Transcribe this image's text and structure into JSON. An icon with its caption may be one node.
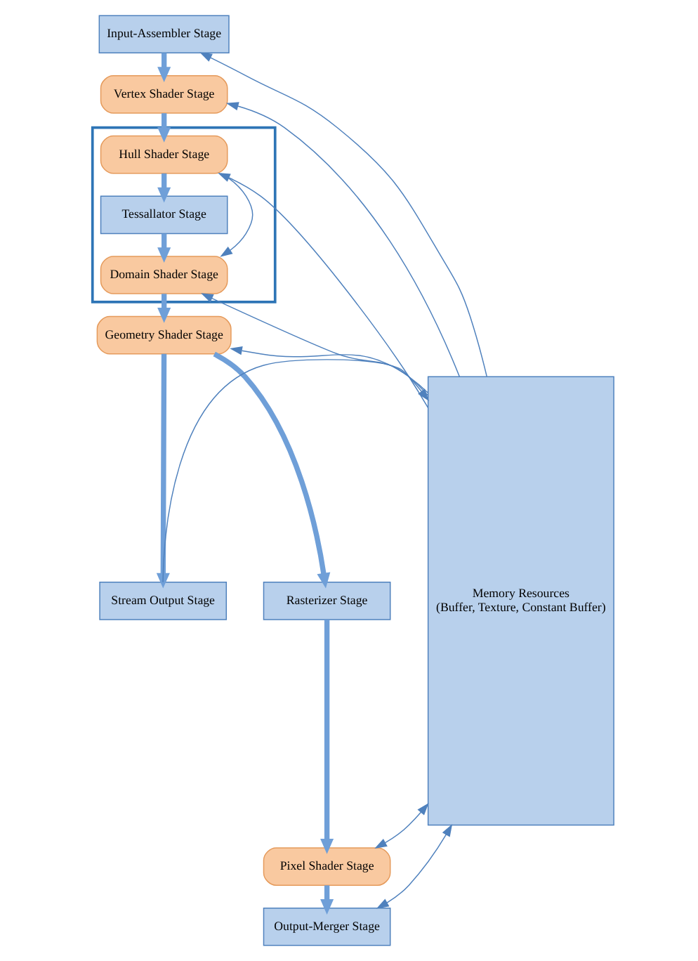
{
  "diagram": {
    "nodes": [
      {
        "text": [
          "Input-Assembler Stage"
        ]
      },
      {
        "text": [
          "Vertex Shader Stage"
        ]
      },
      {
        "text": [],
        "shape": "box"
      },
      {
        "text": [
          "Hull Shader Stage"
        ],
        "in": 2
      },
      {
        "text": [
          "Tessallator Stage"
        ],
        "in": 2
      },
      {
        "text": [
          "Domain Shader Stage"
        ],
        "in": 2
      },
      {
        "text": [
          "Geometry Shader Stage"
        ]
      },
      {
        "text": [
          "Stream Output Stage"
        ]
      },
      {
        "text": [
          "Rasterizer Stage"
        ]
      },
      {
        "text": [
          "Pixel Shader Stage"
        ]
      },
      {
        "text": [
          "Output-Merger Stage"
        ]
      },
      {
        "text": [
          "Memory Resources",
          "(Buffer, Texture, Constant Buffer)"
        ]
      }
    ],
    "edges": [
      {
        "from": 0,
        "to": 1,
        "arrow": "to",
        "style": "thick"
      },
      {
        "from": 1,
        "to": 3,
        "arrow": "to",
        "style": "thick"
      },
      {
        "from": 3,
        "to": 4,
        "arrow": "to",
        "style": "thick"
      },
      {
        "from": 4,
        "to": 5,
        "arrow": "to",
        "style": "thick"
      },
      {
        "from": 3,
        "to": 5,
        "arrow": "to"
      },
      {
        "from": 5,
        "to": 6,
        "arrow": "to",
        "style": "thick"
      },
      {
        "from": 6,
        "to": 8,
        "arrow": "to",
        "style": "thick"
      },
      {
        "from": 6,
        "to": 7,
        "arrow": "to",
        "style": "thick"
      },
      {
        "from": 8,
        "to": 9,
        "arrow": "to",
        "style": "thick"
      },
      {
        "from": 9,
        "to": 10,
        "arrow": "to",
        "style": "thick"
      },
      {
        "from": 11,
        "to": 0,
        "arrow": "to"
      },
      {
        "from": 11,
        "to": 1,
        "arrow": "to"
      },
      {
        "from": 11,
        "to": 3,
        "arrow": "to"
      },
      {
        "from": 11,
        "to": 5,
        "arrow": "to"
      },
      {
        "from": 11,
        "to": 6,
        "arrow": "to"
      },
      {
        "from": 7,
        "to": 11,
        "arrow": "to"
      },
      {
        "from": 11,
        "to": 9,
        "arrow": "both"
      },
      {
        "from": 11,
        "to": 10,
        "arrow": "both"
      }
    ]
  }
}
